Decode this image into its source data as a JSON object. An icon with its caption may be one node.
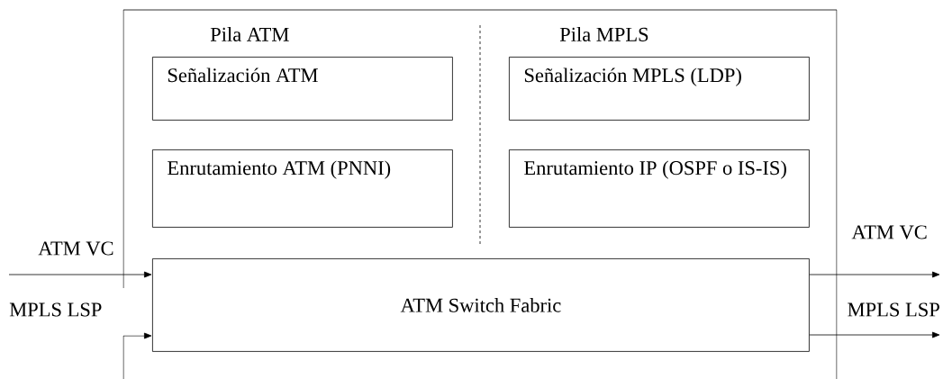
{
  "diagram": {
    "nodes": [
      {
        "text": [],
        "shape": "box"
      },
      {
        "text": [
          "Señalización ATM"
        ],
        "in": 0
      },
      {
        "text": [
          "Señalización MPLS (LDP)"
        ],
        "in": 0
      },
      {
        "text": [
          "Enrutamiento ATM (PNNI)"
        ],
        "in": 0
      },
      {
        "text": [
          "Enrutamiento IP (OSPF o IS-IS)"
        ],
        "in": 0
      },
      {
        "text": [
          "ATM Switch Fabric"
        ],
        "in": 0
      }
    ],
    "edges": [
      {
        "from": null,
        "to": 5,
        "arrow": "to",
        "label": "ATM VC"
      },
      {
        "from": null,
        "to": 5,
        "arrow": "to",
        "label": "MPLS LSP"
      },
      {
        "from": 5,
        "to": null,
        "arrow": "to",
        "label": "ATM VC"
      },
      {
        "from": 5,
        "to": null,
        "arrow": "to",
        "label": "MPLS LSP"
      }
    ],
    "labels": [
      "Pila ATM",
      "Pila MPLS"
    ]
  }
}
